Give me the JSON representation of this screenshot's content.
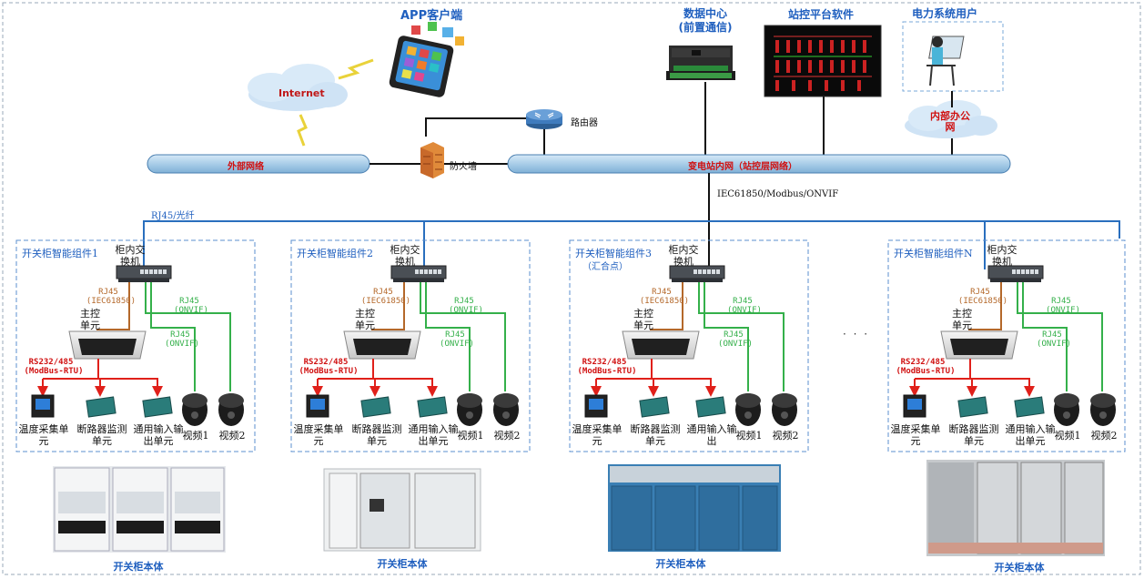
{
  "top": {
    "app_client": "APP客户端",
    "internet": "Internet",
    "data_center_line1": "数据中心",
    "data_center_line2": "(前置通信)",
    "station_software": "站控平台软件",
    "power_user": "电力系统用户",
    "intranet_line1": "内部办公",
    "intranet_line2": "网",
    "router": "路由器",
    "firewall": "防火墙",
    "external_network": "外部网络",
    "substation_network": "变电站内网（站控层网络）",
    "protocol_trunk": "IEC61850/Modbus/ONVIF",
    "rj45_fiber": "RJ45/光纤",
    "ellipsis": "· · ·"
  },
  "group_labels": {
    "switch_line1": "柜内交",
    "switch_line2": "换机",
    "rj45": "RJ45",
    "iec": "(IEC61850)",
    "onvif": "(ONVIF)",
    "main_line1": "主控",
    "main_line2": "单元",
    "rs": "RS232/485",
    "modbus": "(ModBus-RTU)",
    "temp_line1": "温度采集单",
    "temp_line2": "元",
    "breaker_line1": "断路器监测",
    "breaker_line2": "单元",
    "io_line1": "通用输入输",
    "io_line2": "出单元",
    "io_alt_line2": "出",
    "video1": "视频1",
    "video2": "视频2",
    "cabinet": "开关柜本体"
  },
  "groups": [
    {
      "title": "开关柜智能组件1",
      "subtitle": ""
    },
    {
      "title": "开关柜智能组件2",
      "subtitle": ""
    },
    {
      "title": "开关柜智能组件3",
      "subtitle": "（汇合点）"
    },
    {
      "title": "开关柜智能组件N",
      "subtitle": ""
    }
  ],
  "colors": {
    "blue_line": "#2a6fbe",
    "brown_line": "#b4682a",
    "green_line": "#34b04a",
    "red_line": "#e0201a",
    "bus_fill": "#a9cde8",
    "dash": "#5b8fcf"
  }
}
